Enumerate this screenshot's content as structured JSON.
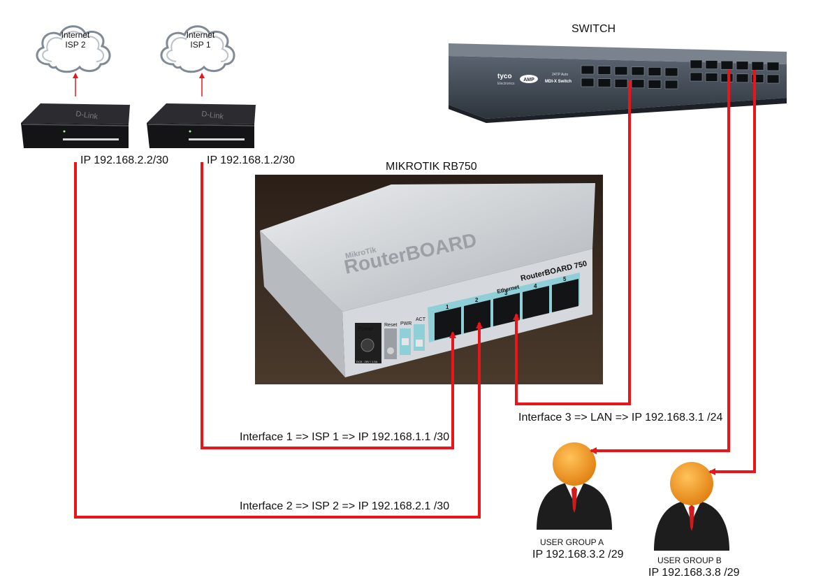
{
  "colors": {
    "link": "#e8151b",
    "device_dark": "#1f1f22",
    "switch_body": "#3e4650",
    "router_body": "#c9ccd0",
    "photo_bg": "#3a2c22",
    "user_head": "#f09a1a",
    "user_suit": "#1d1d1d",
    "user_tie": "#d11a1a"
  },
  "clouds": [
    {
      "line1": "Internet",
      "line2": "ISP 2"
    },
    {
      "line1": "Internet",
      "line2": "ISP 1"
    }
  ],
  "modems": [
    {
      "brand": "D-Link",
      "ip_label": "IP 192.168.2.2/30"
    },
    {
      "brand": "D-Link",
      "ip_label": "IP 192.168.1.2/30"
    }
  ],
  "switch": {
    "title": "SWITCH",
    "brand": "tyco",
    "brand_sub": "Electronics",
    "logo": "AMP",
    "model_line1": "24TP Auto",
    "model_line2": "MDI-X Switch"
  },
  "router": {
    "title": "MIKROTIK RB750",
    "brand": "RouterBOARD",
    "brand_prefix": "MikroTik",
    "model": "RouterBOARD 750",
    "ethernet": "Ethernet",
    "ports": [
      "1",
      "2",
      "3",
      "4",
      "5"
    ],
    "power": "Power",
    "reset": "Reset",
    "pwr": "PWR",
    "act": "ACT",
    "dc": "DC8 - 28V / 1.5A"
  },
  "interfaces": {
    "if3": "Interface 3 => LAN => IP 192.168.3.1 /24",
    "if1": "Interface 1 => ISP 1 => IP 192.168.1.1 /30",
    "if2": "Interface 2 => ISP 2 => IP 192.168.2.1 /30"
  },
  "users": [
    {
      "group": "USER GROUP A",
      "ip": "IP 192.168.3.2 /29"
    },
    {
      "group": "USER GROUP B",
      "ip": "IP 192.168.3.8 /29"
    }
  ]
}
